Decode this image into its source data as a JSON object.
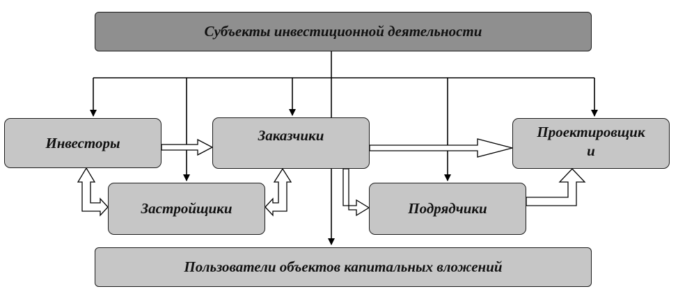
{
  "boxes": {
    "subjects": "Субъекты инвестиционной деятельности",
    "investors": "Инвесторы",
    "developers": "Застройщики",
    "customers": "Заказчики",
    "contractors": "Подрядчики",
    "designers_line1": "Проектировщик",
    "designers_line2": "и",
    "users": "Пользователи объектов капитальных вложений"
  },
  "colors": {
    "top_box_fill": "#8f8f8f",
    "box_fill": "#c6c6c6",
    "line": "#000000"
  }
}
